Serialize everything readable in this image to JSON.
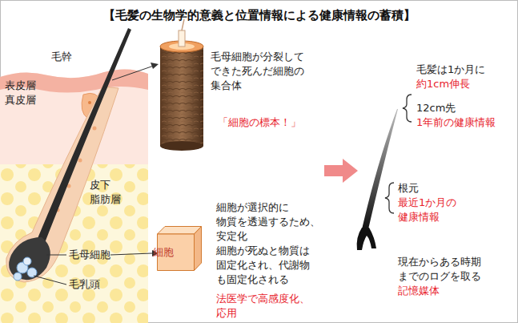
{
  "diagram": {
    "title": "【毛髪の生物学的意義と位置情報による健康情報の蓄積】",
    "nodes": [
      {
        "text": [
          "細胞"
        ]
      }
    ],
    "labels": [
      "毛幹",
      "表皮層",
      "真皮層",
      "皮下 脂肪層",
      "毛母細胞",
      "毛乳頭",
      "毛母細胞が分裂して できた死んだ細胞の 集合体",
      "「細胞の標本！」",
      "細胞が選択的に 物質を透過するため、 安定化",
      "細胞が死ぬと物質は 固定化され、代謝物 も固定化される",
      "法医学で高感度化、応用",
      "毛髪は1か月に",
      "約1cm伸長",
      "12cm先",
      "1年前の健康情報",
      "根元",
      "最近1か月の 健康情報",
      "現在からある時期 までのログを取る",
      "記憶媒体"
    ]
  }
}
